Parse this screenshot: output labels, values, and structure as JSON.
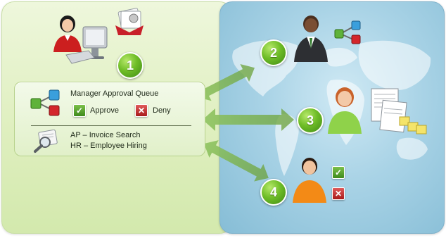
{
  "queue": {
    "title": "Manager Approval Queue",
    "approve_label": "Approve",
    "deny_label": "Deny"
  },
  "search": {
    "line1": "AP – Invoice Search",
    "line2": "HR – Employee Hiring"
  },
  "steps": [
    "1",
    "2",
    "3",
    "4"
  ],
  "colors": {
    "left_panel": "#dfefbf",
    "right_panel": "#a9d3e6",
    "step_circle": "#6fbd27",
    "arrow": "#7fb24f",
    "approve": "#3e8a1c",
    "deny": "#a81b1b"
  },
  "icons": [
    "user-at-computer-icon",
    "document-stack-icon",
    "workflow-blocks-icon",
    "magnifier-document-icon",
    "manager-icon",
    "employee-icon",
    "forms-icon",
    "worker-icon",
    "check-icon",
    "cross-icon"
  ]
}
